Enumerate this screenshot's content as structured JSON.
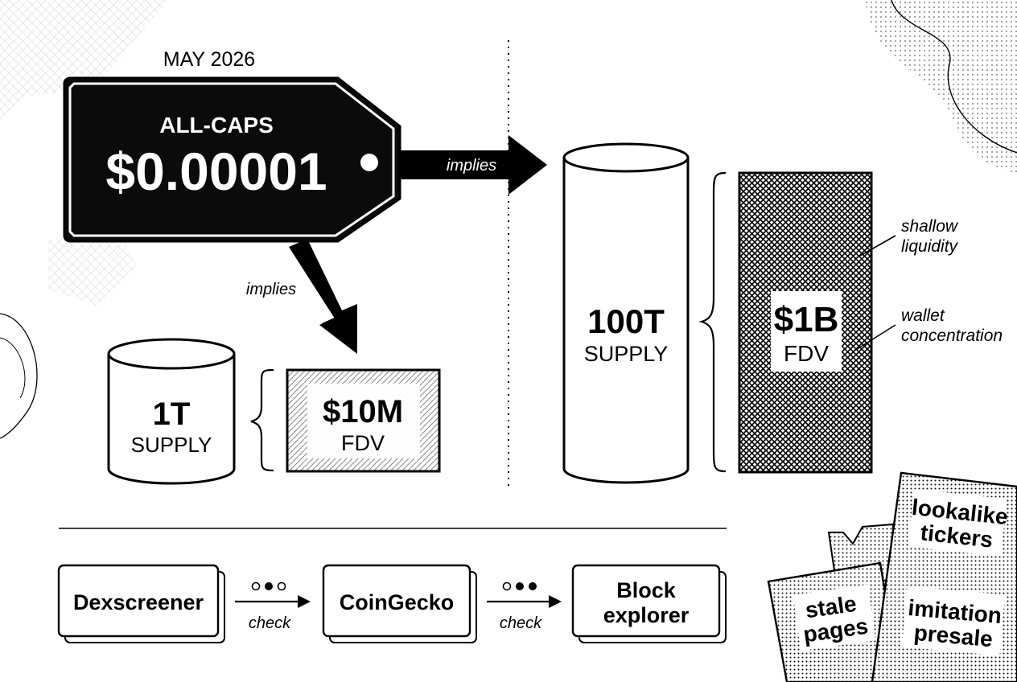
{
  "date_label": "MAY 2026",
  "price_tag": {
    "line1": "ALL-CAPS",
    "price": "$0.00001"
  },
  "implies_label": "implies",
  "small_scenario": {
    "supply_value": "1T",
    "supply_label": "SUPPLY",
    "fdv_value": "$10M",
    "fdv_label": "FDV"
  },
  "large_scenario": {
    "supply_value": "100T",
    "supply_label": "SUPPLY",
    "fdv_value": "$1B",
    "fdv_label": "FDV",
    "notes": [
      {
        "line1": "shallow",
        "line2": "liquidity"
      },
      {
        "line1": "wallet",
        "line2": "concentration"
      }
    ]
  },
  "check_flow": {
    "check_label": "check",
    "steps": [
      "Dexscreener",
      "CoinGecko",
      "Block",
      "explorer"
    ]
  },
  "warning_cards": [
    {
      "line1": "lookalike",
      "line2": "tickers"
    },
    {
      "line1": "stale",
      "line2": "pages"
    },
    {
      "line1": "imitation",
      "line2": "presale"
    }
  ],
  "colors": {
    "ink": "#000000",
    "paper": "#ffffff",
    "tag_fill": "#0b0b0b"
  }
}
